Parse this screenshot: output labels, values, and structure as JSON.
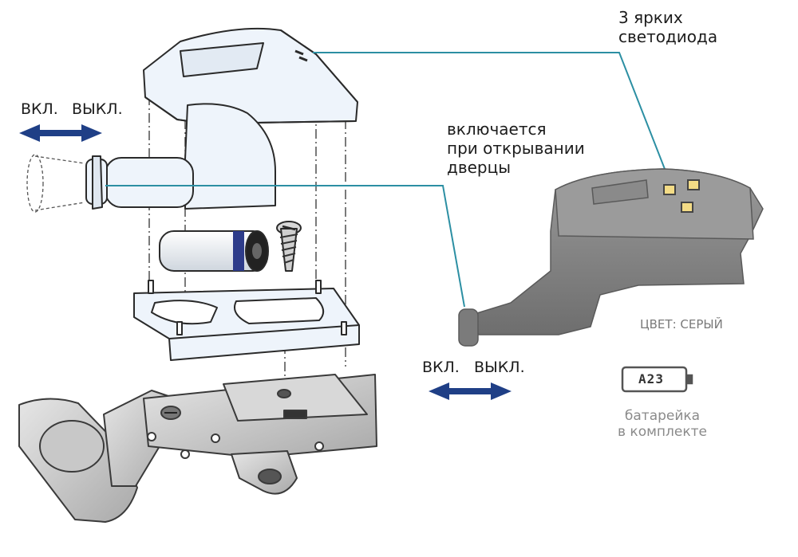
{
  "labels": {
    "on_left": "ВКЛ.",
    "off_left": "ВЫКЛ.",
    "on_right": "ВКЛ.",
    "off_right": "ВЫКЛ.",
    "leds": [
      "3 ярких",
      "светодиода"
    ],
    "opens": [
      "включается",
      "при открывании",
      "дверцы"
    ],
    "color": "ЦВЕТ: СЕРЫЙ",
    "battery_model": "A23",
    "battery_included": [
      "батарейка",
      "в комплекте"
    ]
  },
  "colors": {
    "arrow": "#1f3f86",
    "leader_line": "#2c8fa3",
    "drawing_fill": "#eef4fb",
    "drawing_stroke": "#2a2a2a",
    "device_gray": "#858585",
    "led": "#f4dc86"
  },
  "icons": [
    "double-arrow-icon",
    "battery-icon",
    "screw-icon",
    "led-icon"
  ]
}
